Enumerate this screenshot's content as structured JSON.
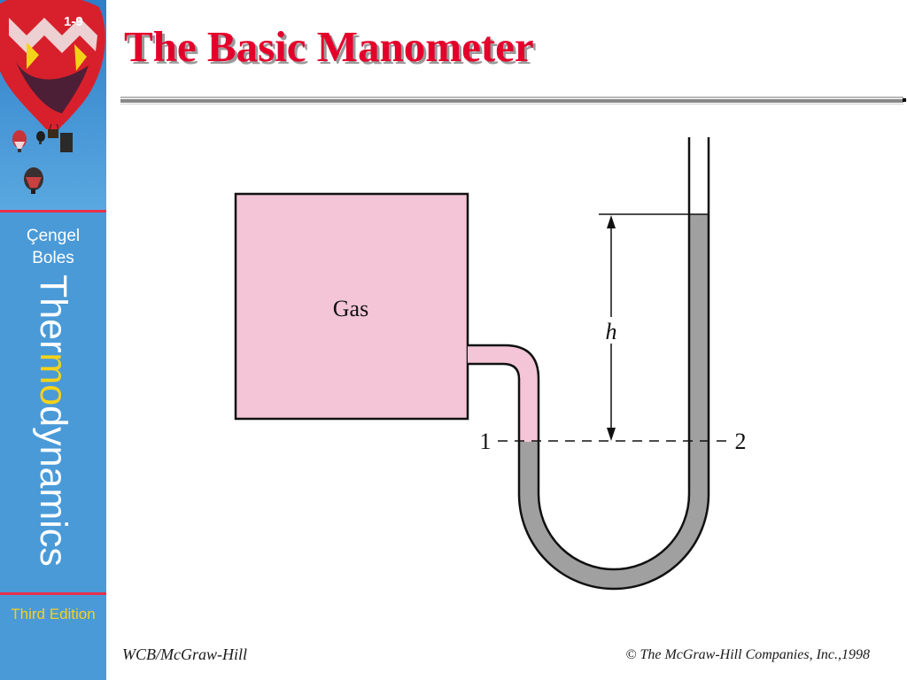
{
  "slide": {
    "number": "1-9",
    "title": "The Basic Manometer"
  },
  "sidebar": {
    "author_1": "Çengel",
    "author_2": "Boles",
    "book_title_part_1": "Ther",
    "book_title_part_2": "mo",
    "book_title_part_3": "dynamics",
    "edition": "Third Edition",
    "colors": {
      "background": "#4a9ad8",
      "accent": "#f5d21a",
      "divider": "#e8304a"
    }
  },
  "diagram": {
    "gas_label": "Gas",
    "height_label": "h",
    "point_1_label": "1",
    "point_2_label": "2",
    "colors": {
      "gas": "#f3c5d6",
      "liquid": "#a0a0a0"
    }
  },
  "footer": {
    "publisher": "WCB/McGraw-Hill",
    "copyright": "© The McGraw-Hill Companies, Inc.,1998"
  },
  "theme": {
    "title_color": "#e4002b"
  }
}
